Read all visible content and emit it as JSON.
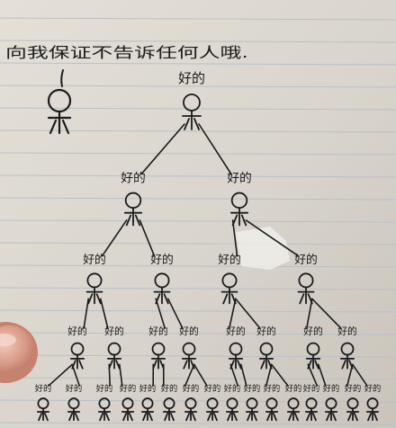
{
  "caption": "向我保证不告诉任何人哦.",
  "reply": "好的",
  "tree_levels": [
    1,
    2,
    4,
    8,
    16
  ],
  "colors": {
    "paper": "#ddd8d0",
    "ruled_line": "#b7c1c9",
    "ink": "#1b1b1d",
    "finger": "#d8a08c"
  }
}
